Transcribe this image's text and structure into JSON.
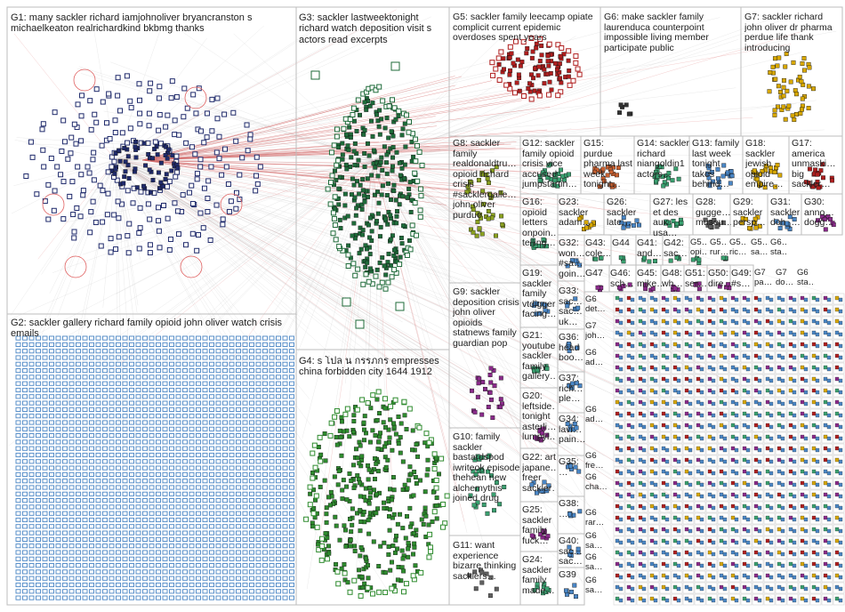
{
  "groups": [
    {
      "id": "G1",
      "label": "G1: many sackler richard iamjohnoliver bryancranston s michaelkeaton realrichardkind bkbmg thanks",
      "color": "#1f2a6b"
    },
    {
      "id": "G2",
      "label": "G2: sackler gallery richard family opioid john oliver watch crisis emails",
      "color": "#4a86c5"
    },
    {
      "id": "G3",
      "label": "G3: sackler lastweektonight richard watch deposition visit s actors read excerpts",
      "color": "#1f6b3a"
    },
    {
      "id": "G4",
      "label": "G4: s โปล น กรรภกร empresses china forbidden city 1644 1912",
      "color": "#2e8b2e"
    },
    {
      "id": "G5",
      "label": "G5: sackler family leecamp opiate complicit current epidemic overdoses spent years",
      "color": "#b01f1f"
    },
    {
      "id": "G6",
      "label": "G6: make sackler family laurenduca counterpoint impossible living member participate public",
      "color": "#333333"
    },
    {
      "id": "G7",
      "label": "G7: sackler richard john oliver dr pharma perdue life thank introducing",
      "color": "#d8a800"
    },
    {
      "id": "G8",
      "label": "G8: sackler family realdonaldtru… opioid richard crisis #sacklergalle… john oliver purdue",
      "color": "#8aa020"
    },
    {
      "id": "G9",
      "label": "G9: sackler deposition crisis john oliver opioids statnews family guardian pop",
      "color": "#8a2a8a"
    },
    {
      "id": "G10",
      "label": "G10: family sackler bastardspod iwriteok episode thehean new alchemythis joined drug",
      "color": "#3aa070"
    },
    {
      "id": "G11",
      "label": "G11: want experience bizarre thinking sacklers…",
      "color": "#606060"
    },
    {
      "id": "G12",
      "label": "G12: sackler family opioid crisis vice accused jumpstartin…",
      "color": "#3aa070"
    },
    {
      "id": "G13",
      "label": "G13: family last week tonight takes behind…",
      "color": "#4a86c5"
    },
    {
      "id": "G14",
      "label": "G14: sackler richard niangoldin1 actors…",
      "color": "#3aa070"
    },
    {
      "id": "G15",
      "label": "G15: purdue pharma last week tonight…",
      "color": "#c86030"
    },
    {
      "id": "G16",
      "label": "G16: opioid letters onpoin… telling…",
      "color": "#3aa070"
    },
    {
      "id": "G17",
      "label": "G17: america unmaski… big sackler…",
      "color": "#b01f1f"
    },
    {
      "id": "G18",
      "label": "G18: sackler jewish opioid empire…",
      "color": "#d8a800"
    },
    {
      "id": "G19",
      "label": "G19: sackler family vtdigger facing…",
      "color": "#4a86c5"
    },
    {
      "id": "G20",
      "label": "G20: leftside… tonight asterli… lumpyl…",
      "color": "#8a2a8a"
    },
    {
      "id": "G21",
      "label": "G21: youtube sackler family gallery…",
      "color": "#3aa070"
    },
    {
      "id": "G22",
      "label": "G22: art japane… freer sackler…",
      "color": "#4a86c5"
    },
    {
      "id": "G23",
      "label": "G23: sackler adam…",
      "color": "#d8a800"
    },
    {
      "id": "G24",
      "label": "G24: sackler family made…",
      "color": "#3aa070"
    },
    {
      "id": "G25",
      "label": "G25: sackler family fuck…",
      "color": "#8a2a8a"
    },
    {
      "id": "G26",
      "label": "G26: sackler late…",
      "color": "#4a86c5"
    },
    {
      "id": "G27",
      "label": "G27: les et des aux usa…",
      "color": "#3aa070"
    },
    {
      "id": "G28",
      "label": "G28: gugge… museu…",
      "color": "#606060"
    },
    {
      "id": "G29",
      "label": "G29: sackler persp…",
      "color": "#d8a800"
    },
    {
      "id": "G30",
      "label": "G30: anno… dogg…",
      "color": "#8a2a8a"
    },
    {
      "id": "G31",
      "label": "G31: sackler doh_…",
      "color": "#4a86c5"
    },
    {
      "id": "G32",
      "label": "G32: won… #sa… goin…",
      "color": "#3aa070"
    },
    {
      "id": "G33",
      "label": "G33: sac… sac… uk…",
      "color": "#b01f1f"
    },
    {
      "id": "G34",
      "label": "G34: lavi… pain…",
      "color": "#8a2a8a"
    },
    {
      "id": "G35",
      "label": "G35: …",
      "color": "#3aa070"
    },
    {
      "id": "G36",
      "label": "G36: head boo…",
      "color": "#4a86c5"
    },
    {
      "id": "G37",
      "label": "G37: rich… ple…",
      "color": "#d8a800"
    },
    {
      "id": "G38",
      "label": "G38: …",
      "color": "#3aa070"
    },
    {
      "id": "G39",
      "label": "G39",
      "color": "#8a2a8a"
    },
    {
      "id": "G40",
      "label": "G40: sac… sac…",
      "color": "#4a86c5"
    },
    {
      "id": "G41",
      "label": "G41: and…",
      "color": "#3aa070"
    },
    {
      "id": "G42",
      "label": "G42: sac…",
      "color": "#d8a800"
    },
    {
      "id": "G43",
      "label": "G43: cole…",
      "color": "#8a2a8a"
    },
    {
      "id": "G44",
      "label": "G44",
      "color": "#4a86c5"
    },
    {
      "id": "G45",
      "label": "G45: mike…",
      "color": "#3aa070"
    },
    {
      "id": "G46",
      "label": "G46: sch…",
      "color": "#b01f1f"
    },
    {
      "id": "G47",
      "label": "G47",
      "color": "#4a86c5"
    },
    {
      "id": "G48",
      "label": "G48: wh…",
      "color": "#3aa070"
    },
    {
      "id": "G49",
      "label": "G49: #s…",
      "color": "#d8a800"
    },
    {
      "id": "G50",
      "label": "G50: dire…",
      "color": "#8a2a8a"
    },
    {
      "id": "G51",
      "label": "G51: ser…",
      "color": "#4a86c5"
    }
  ],
  "small_group_labels": {
    "row1": [
      "G5…",
      "G5…",
      "G5…",
      "G5…",
      "G6…"
    ],
    "row1_words": [
      "opi…",
      "rur…",
      "ric…",
      "sa…",
      "sta…"
    ],
    "row2": [
      "G7",
      "G7",
      "G6"
    ],
    "row2_words": [
      "pa…",
      "do…",
      "sta…"
    ],
    "col": [
      "G6",
      "G7",
      "G6",
      "G6",
      "G6",
      "G6",
      "G6",
      "G6",
      "G6",
      "G6",
      "G6"
    ],
    "col_words": [
      "det…",
      "joh…",
      "ad…",
      "ad…",
      "fre…",
      "cha…",
      "rar…",
      "sa…",
      "sa…",
      "sa…",
      "sa…"
    ]
  }
}
